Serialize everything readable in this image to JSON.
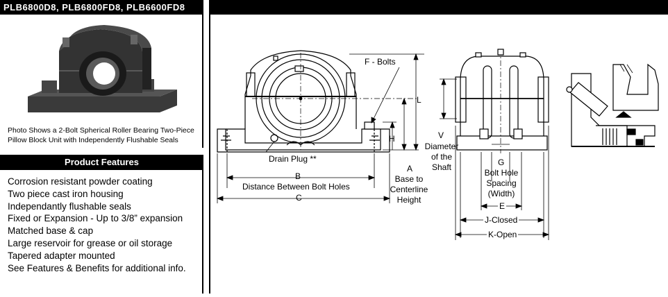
{
  "header": {
    "models": "PLB6800D8, PLB6800FD8, PLB6600FD8"
  },
  "photo": {
    "caption": "Photo Shows a 2-Bolt Spherical Roller Bearing Two-Piece Pillow Block Unit with Independently Flushable Seals"
  },
  "features": {
    "title": "Product Features",
    "items": [
      "Corrosion resistant powder coating",
      "Two piece cast iron housing",
      "Independantly flushable seals",
      "Fixed or Expansion - Up to 3/8” expansion",
      "Matched base & cap",
      "Large reservoir for grease or oil storage",
      "Tapered adapter mounted",
      "See Features & Benefits for additional info."
    ]
  },
  "drawing": {
    "f_bolts": "F - Bolts",
    "l": "L",
    "h": "H",
    "drain_plug": "Drain Plug **",
    "b": "B",
    "b_desc": "Distance Between Bolt Holes",
    "c": "C",
    "a": "A",
    "a_desc1": "Base to",
    "a_desc2": "Centerline",
    "a_desc3": "Height",
    "v": "V",
    "v_desc1": "Diameter",
    "v_desc2": "of the",
    "v_desc3": "Shaft",
    "g": "G",
    "g_desc1": "Bolt Hole",
    "g_desc2": "Spacing",
    "g_desc3": "(Width)",
    "e": "E",
    "j": "J-Closed",
    "k": "K-Open"
  }
}
